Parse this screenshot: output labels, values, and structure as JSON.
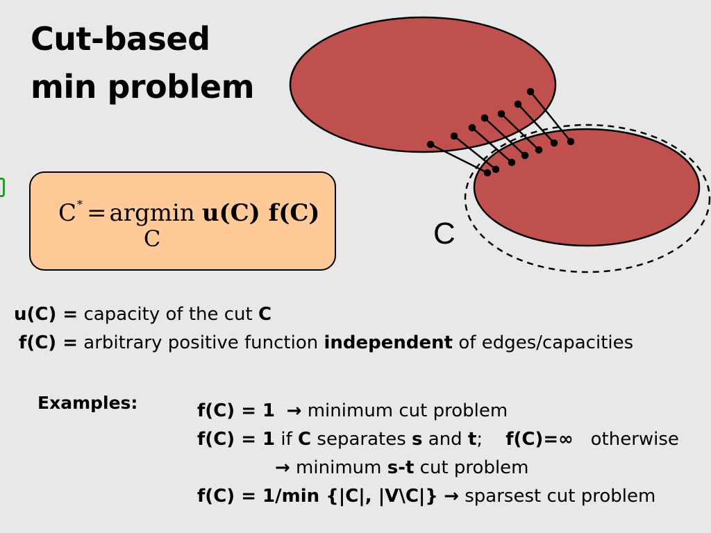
{
  "title": {
    "line1": "Cut-based",
    "line2": "min problem"
  },
  "formula": {
    "lhs": "C",
    "star": "*",
    "eq": "=",
    "op": "argmin",
    "sub": "C",
    "rhs": "u(C) f(C)"
  },
  "diagram": {
    "cut_label": "C"
  },
  "definitions": {
    "u_term": "u(C) =",
    "u_text": " capacity of the cut ",
    "u_obj": "C",
    "f_term": "f(C) =",
    "f_text1": " arbitrary positive function ",
    "f_emph": "independent",
    "f_text2": " of edges/capacities"
  },
  "examples": {
    "label": "Examples:",
    "e1_f": "f(C) = 1",
    "e1_arrow": "→",
    "e1_text": " minimum cut problem",
    "e2_f": "f(C) = 1",
    "e2_if": " if ",
    "e2_c": "C",
    "e2_sep": " separates ",
    "e2_s": "s",
    "e2_and": " and ",
    "e2_t": "t",
    "e2_semi": ";",
    "e2_f2": "f(C)=∞",
    "e2_otherwise": "otherwise",
    "e3_arrow": "→",
    "e3_min": " minimum ",
    "e3_st": "s-t",
    "e3_text": " cut problem",
    "e4_f": "f(C) = 1/min {|C|, |V\\C|}",
    "e4_arrow": "→",
    "e4_text": " sparsest cut problem"
  },
  "colors": {
    "blob_fill": "#c0504d",
    "formula_box": "#ffc998",
    "background": "#e8e8e8",
    "marker": "#2a9a2a"
  }
}
